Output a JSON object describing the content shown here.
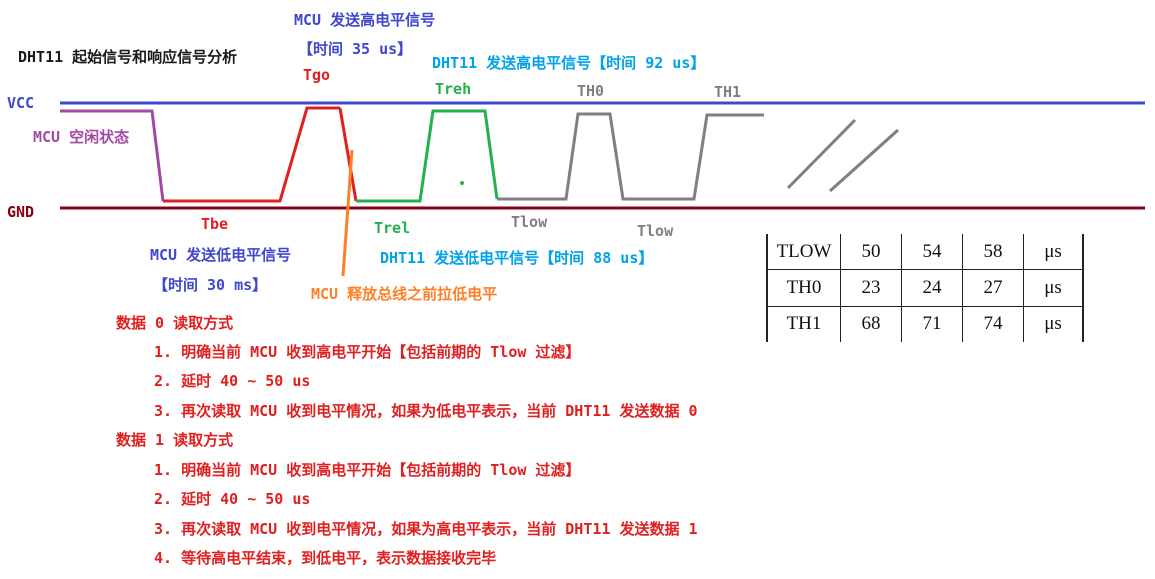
{
  "title": "DHT11 起始信号和响应信号分析",
  "rails": {
    "vcc": "VCC",
    "gnd": "GND"
  },
  "phases": {
    "mcu_idle": "MCU 空闲状态",
    "mcu_high_title": "MCU 发送高电平信号",
    "mcu_high_time": "【时间 35 us】",
    "tgo": "Tgo",
    "dht_high": "DHT11 发送高电平信号【时间 92 us】",
    "treh": "Treh",
    "th0": "TH0",
    "th1": "TH1",
    "tbe": "Tbe",
    "trel": "Trel",
    "tlow_a": "Tlow",
    "tlow_b": "Tlow",
    "mcu_low_title": "MCU 发送低电平信号",
    "mcu_low_time": "【时间 30 ms】",
    "dht_low": "DHT11 发送低电平信号【时间 88 us】",
    "mcu_release": "MCU 释放总线之前拉低电平"
  },
  "timing_table": {
    "rows": [
      {
        "name": "TLOW",
        "values": [
          "50",
          "54",
          "58"
        ],
        "unit": "μs"
      },
      {
        "name": "TH0",
        "values": [
          "23",
          "24",
          "27"
        ],
        "unit": "μs"
      },
      {
        "name": "TH1",
        "values": [
          "68",
          "71",
          "74"
        ],
        "unit": "μs"
      }
    ]
  },
  "notes": {
    "data0_title": "数据 0 读取方式",
    "data0_steps": [
      "1. 明确当前 MCU 收到高电平开始【包括前期的 Tlow 过滤】",
      "2. 延时 40 ~ 50 us",
      "3. 再次读取 MCU 收到电平情况，如果为低电平表示，当前 DHT11 发送数据 0"
    ],
    "data1_title": "数据 1 读取方式",
    "data1_steps": [
      "1. 明确当前 MCU 收到高电平开始【包括前期的 Tlow 过滤】",
      "2. 延时 40 ~ 50 us",
      "3. 再次读取 MCU 收到电平情况，如果为高电平表示，当前 DHT11 发送数据 1",
      "4. 等待高电平结束，到低电平，表示数据接收完毕"
    ]
  },
  "colors": {
    "vcc_line": "#3f48cc",
    "gnd_line": "#880015",
    "mcu_idle": "#a349a4",
    "mcu_low": "#e02020",
    "mcu_release": "#ff7f27",
    "dht_response": "#22b14c",
    "data_bits": "#7f7f7f"
  }
}
